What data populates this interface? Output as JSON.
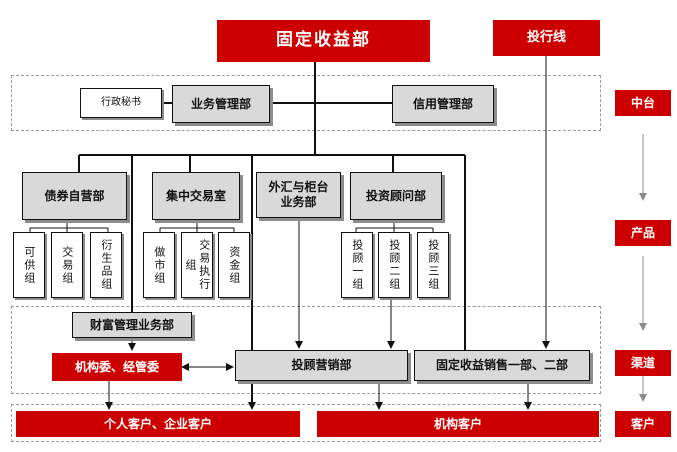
{
  "top": {
    "fixed_income_dept": "固定收益部",
    "ib_line": "投行线"
  },
  "mid_office": {
    "admin_secretary": "行政秘书",
    "business_mgmt": "业务管理部",
    "credit_mgmt": "信用管理部"
  },
  "product": {
    "bond_proprietary": "债券自营部",
    "bond_groups": [
      "可供组",
      "交易组",
      "衍生品组"
    ],
    "central_trading": "集中交易室",
    "trading_groups": [
      "做市组",
      "交易执行组",
      "资金组"
    ],
    "fx_otc": "外汇与柜台业务部",
    "advisory_dept": "投资顾问部",
    "advisory_groups": [
      "投顾一组",
      "投顾二组",
      "投顾三组"
    ]
  },
  "channel": {
    "wealth_mgmt": "财富管理业务部",
    "committees": "机构委、经管委",
    "advisory_marketing": "投顾营销部",
    "sales": "固定收益销售一部、二部"
  },
  "clients": {
    "individual_enterprise": "个人客户、企业客户",
    "institutional": "机构客户"
  },
  "side_labels": {
    "mid_office": "中台",
    "product": "产品",
    "channel": "渠道",
    "clients": "客户"
  },
  "colors": {
    "accent_red": "#cc0000",
    "box_gray": "#d9d9d9"
  }
}
